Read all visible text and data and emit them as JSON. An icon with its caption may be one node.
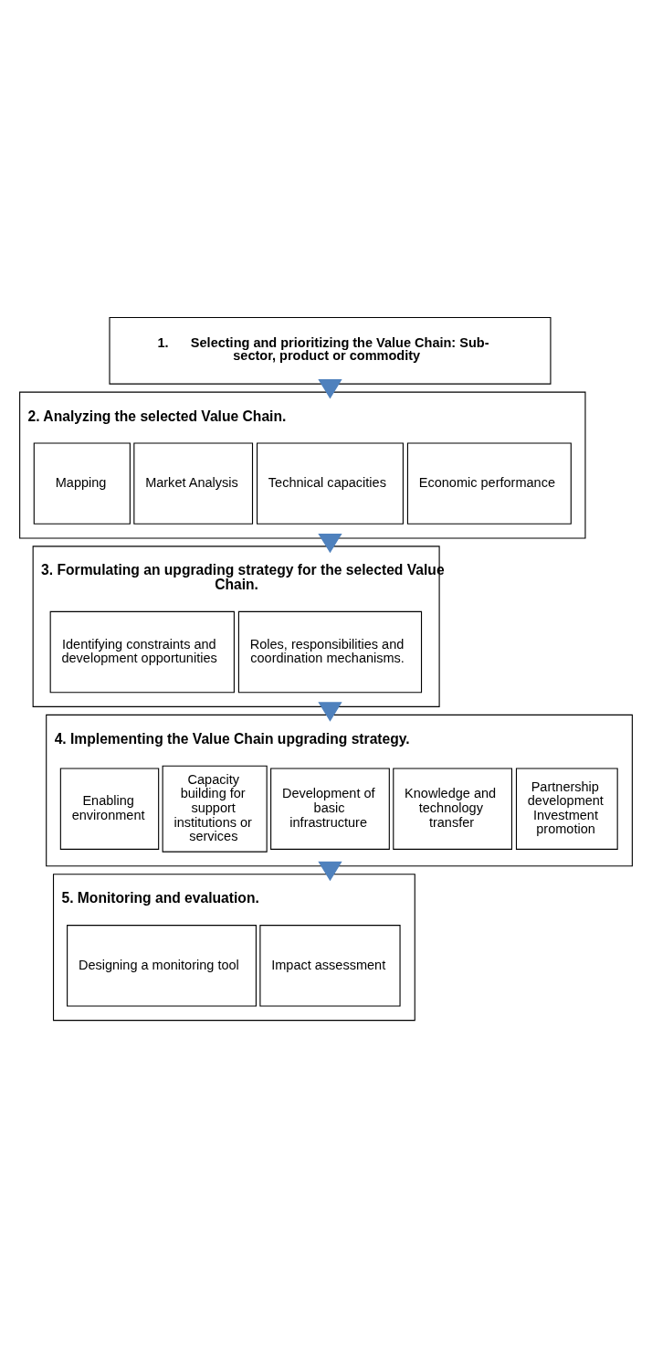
{
  "diagram": {
    "nodes": [
      {
        "text": [
          "1.      Selecting and prioritizing the Value Chain: Sub-sector, product or commodity"
        ]
      },
      {
        "text": [
          "2. Analyzing the selected Value Chain."
        ]
      },
      {
        "text": [
          "Mapping"
        ],
        "in": 1
      },
      {
        "text": [
          "Market Analysis"
        ],
        "in": 1
      },
      {
        "text": [
          "Technical capacities"
        ],
        "in": 1
      },
      {
        "text": [
          "Economic performance"
        ],
        "in": 1
      },
      {
        "text": [
          "3. Formulating an upgrading strategy for the selected Value Chain."
        ]
      },
      {
        "text": [
          "Identifying constraints and development opportunities"
        ],
        "in": 6
      },
      {
        "text": [
          "Roles, responsibilities and coordination mechanisms."
        ],
        "in": 6
      },
      {
        "text": [
          "4. Implementing the Value Chain upgrading strategy."
        ]
      },
      {
        "text": [
          "Enabling environment"
        ],
        "in": 9
      },
      {
        "text": [
          "Capacity building for support institutions or services"
        ],
        "in": 9
      },
      {
        "text": [
          "Development of basic infrastructure"
        ],
        "in": 9
      },
      {
        "text": [
          "Knowledge and technology transfer"
        ],
        "in": 9
      },
      {
        "text": [
          "Partnership development Investment promotion"
        ],
        "in": 9
      },
      {
        "text": [
          "5. Monitoring and evaluation."
        ]
      },
      {
        "text": [
          "Designing a monitoring tool"
        ],
        "in": 15
      },
      {
        "text": [
          "Impact assessment"
        ],
        "in": 15
      }
    ],
    "edges": [
      {
        "from": 0,
        "to": 1,
        "arrow": "to"
      },
      {
        "from": 1,
        "to": 6,
        "arrow": "to"
      },
      {
        "from": 6,
        "to": 9,
        "arrow": "to"
      },
      {
        "from": 9,
        "to": 15,
        "arrow": "to"
      }
    ]
  }
}
